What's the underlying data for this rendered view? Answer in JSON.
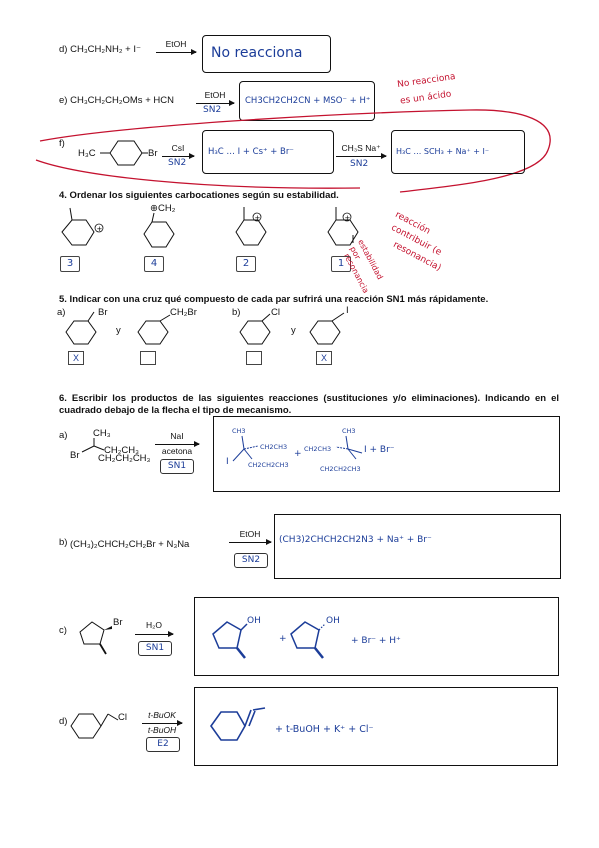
{
  "page": {
    "background": "#ffffff",
    "ink_blue": "#1c3d99",
    "ink_red": "#c4122f"
  },
  "reaction_d": {
    "label": "d)",
    "reactants": "CH₃CH₂NH₂ + I⁻",
    "condition": "EtOH",
    "answer": "No reacciona"
  },
  "reaction_e": {
    "label": "e)",
    "reactants": "CH₃CH₂CH₂OMs + HCN",
    "condition": "EtOH",
    "mechanism": "SN2",
    "answer": "CH3CH2CH2CN + MSO⁻ + H⁺",
    "red_note_1": "No reacciona",
    "red_note_2": "es un ácido"
  },
  "reaction_f": {
    "label": "f)",
    "reactant_left": "H₃C",
    "reactant_right": "Br",
    "condition": "CsI",
    "mechanism": "SN2",
    "answer": "H₃C … I + Cs⁺ + Br⁻",
    "second_condition": "CH₃S Na⁺",
    "second_mechanism": "SN2",
    "second_answer": "H₃C … SCH₃ + Na⁺ + I⁻"
  },
  "q4": {
    "title": "4. Ordenar los siguientes carbocationes según su estabilidad.",
    "cation_label": "CH₂",
    "answers": [
      "3",
      "4",
      "2",
      "1"
    ],
    "red_notes": [
      "reacción",
      "contribuir (e",
      "resonancia)",
      "estabilidad",
      "por",
      "resonancia"
    ]
  },
  "q5": {
    "title": "5. Indicar con una cruz qué compuesto de cada par sufrirá una reacción SN1 más rápidamente.",
    "label_a": "a)",
    "label_b": "b)",
    "a1_sub": "Br",
    "a2_sub": "CH₂Br",
    "b1_sub": "Cl",
    "b2_sub": "I",
    "connector": "y",
    "marks": [
      "X",
      "",
      "",
      "X"
    ]
  },
  "q6": {
    "title_line1": "6. Escribir los productos de las siguientes reacciones (sustituciones y/o eliminaciones). Indicando en el",
    "title_line2": "cuadrado debajo de la flecha el tipo de mecanismo.",
    "a": {
      "label": "a)",
      "substrate_ch3": "CH₃",
      "substrate_line1": "CH₂CH₃",
      "substrate_line2": "CH₂CH₂CH₃",
      "substrate_br": "Br",
      "condition_top": "NaI",
      "condition_bottom": "acetona",
      "mechanism": "SN1",
      "prod1_ch3": "CH3",
      "prod1_r1": "CH2CH3",
      "prod1_r2": "CH2CH2CH3",
      "prod1_i": "I",
      "plus": "+",
      "prod2_ch3": "CH3",
      "prod2_r1": "CH2CH3",
      "prod2_r2": "CH2CH2CH3",
      "tail": "I + Br⁻"
    },
    "b": {
      "label": "b)",
      "reactants": "(CH₃)₂CHCH₂CH₂Br  +  N₃Na",
      "condition": "EtOH",
      "mechanism": "SN2",
      "answer": "(CH3)2CHCH2CH2N3 + Na⁺ + Br⁻"
    },
    "c": {
      "label": "c)",
      "substrate_br": "Br",
      "condition": "H₂O",
      "mechanism": "SN1",
      "oh1": "OH",
      "plus": "+",
      "oh2": "OH",
      "tail": "+ Br⁻ + H⁺"
    },
    "d": {
      "label": "d)",
      "substrate_cl": "Cl",
      "condition_top": "t-BuOK",
      "condition_bottom": "t-BuOH",
      "mechanism": "E2",
      "tail": "+ t-BuOH + K⁺ + Cl⁻"
    }
  }
}
